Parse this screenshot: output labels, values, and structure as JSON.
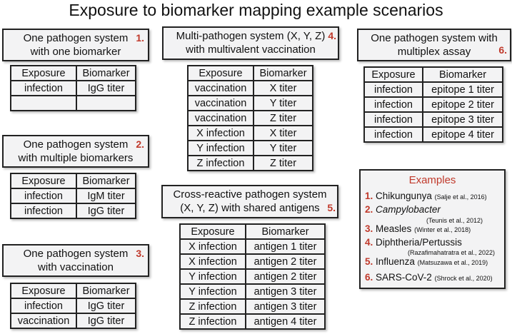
{
  "title": "Exposure to biomarker mapping example scenarios",
  "headers": {
    "exposure": "Exposure",
    "biomarker": "Biomarker"
  },
  "scenarios": {
    "s1": {
      "line1": "One pathogen system",
      "line2": "with one biomarker",
      "num": "1.",
      "rows": [
        [
          "infection",
          "IgG titer"
        ],
        [
          "",
          ""
        ]
      ]
    },
    "s2": {
      "line1": "One pathogen system",
      "line2": "with multiple biomarkers",
      "num": "2.",
      "rows": [
        [
          "infection",
          "IgM titer"
        ],
        [
          "infection",
          "IgG titer"
        ]
      ]
    },
    "s3": {
      "line1": "One pathogen system",
      "line2": "with vaccination",
      "num": "3.",
      "rows": [
        [
          "infection",
          "IgG titer"
        ],
        [
          "vaccination",
          "IgG titer"
        ]
      ]
    },
    "s4": {
      "line1": "Multi-pathogen system (X, Y, Z)",
      "line2": "with multivalent vaccination",
      "num": "4.",
      "rows": [
        [
          "vaccination",
          "X titer"
        ],
        [
          "vaccination",
          "Y titer"
        ],
        [
          "vaccination",
          "Z titer"
        ],
        [
          "X infection",
          "X titer"
        ],
        [
          "Y infection",
          "Y titer"
        ],
        [
          "Z infection",
          "Z titer"
        ]
      ]
    },
    "s5": {
      "line1": "Cross-reactive pathogen system",
      "line2": "(X, Y, Z) with shared antigens",
      "num": "5.",
      "rows": [
        [
          "X infection",
          "antigen 1 titer"
        ],
        [
          "X infection",
          "antigen 2 titer"
        ],
        [
          "Y infection",
          "antigen 2 titer"
        ],
        [
          "Y infection",
          "antigen 3 titer"
        ],
        [
          "Z infection",
          "antigen 3 titer"
        ],
        [
          "Z infection",
          "antigen 4 titer"
        ]
      ]
    },
    "s6": {
      "line1": "One pathogen system with",
      "line2": "multiplex assay",
      "num": "6.",
      "rows": [
        [
          "infection",
          "epitope 1 titer"
        ],
        [
          "infection",
          "epitope 2 titer"
        ],
        [
          "infection",
          "epitope 3 titer"
        ],
        [
          "infection",
          "epitope 4 titer"
        ]
      ]
    }
  },
  "examples": {
    "heading": "Examples",
    "items": [
      {
        "num": "1.",
        "name": "Chikungunya",
        "cite": "(Salje et al., 2016)"
      },
      {
        "num": "2.",
        "name": "Campylobacter",
        "cite": "(Teunis et al., 2012)"
      },
      {
        "num": "3.",
        "name": "Measles",
        "cite": "(Winter et al., 2018)"
      },
      {
        "num": "4.",
        "name": "Diphtheria/Pertussis",
        "cite": "(Razafimahatratra et al., 2022)"
      },
      {
        "num": "5.",
        "name": "Influenza",
        "cite": "(Matsuzawa et al., 2019)"
      },
      {
        "num": "6.",
        "name": "SARS-CoV-2",
        "cite": "(Shrock et al., 2020)"
      }
    ]
  }
}
